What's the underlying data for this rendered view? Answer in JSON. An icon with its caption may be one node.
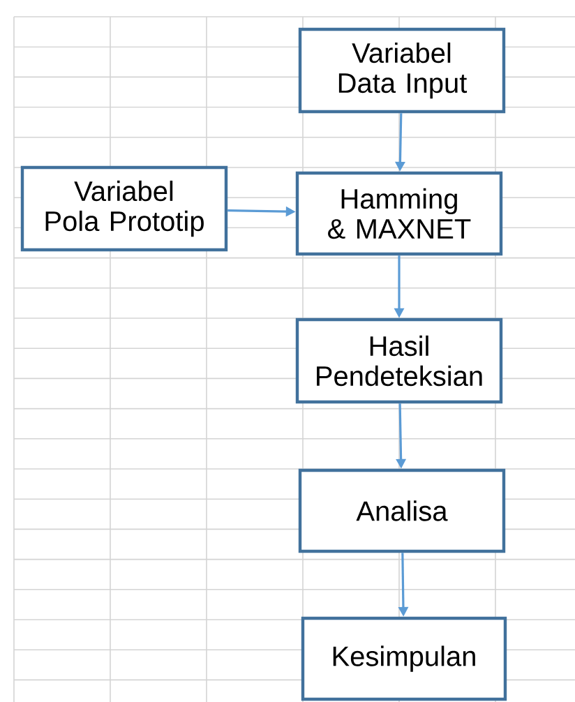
{
  "diagram": {
    "nodes": [
      {
        "text": [
          "Variabel Data Input"
        ]
      },
      {
        "text": [
          "Variabel Pola Prototip"
        ]
      },
      {
        "text": [
          "Hamming & MAXNET"
        ]
      },
      {
        "text": [
          "Hasil Pendeteksian"
        ]
      },
      {
        "text": [
          "Analisa"
        ]
      },
      {
        "text": [
          "Kesimpulan"
        ]
      }
    ],
    "edges": [
      {
        "from": 0,
        "to": 2,
        "arrow": "to"
      },
      {
        "from": 1,
        "to": 2,
        "arrow": "to"
      },
      {
        "from": 2,
        "to": 3,
        "arrow": "to"
      },
      {
        "from": 3,
        "to": 4,
        "arrow": "to"
      },
      {
        "from": 4,
        "to": 5,
        "arrow": "to"
      }
    ]
  }
}
